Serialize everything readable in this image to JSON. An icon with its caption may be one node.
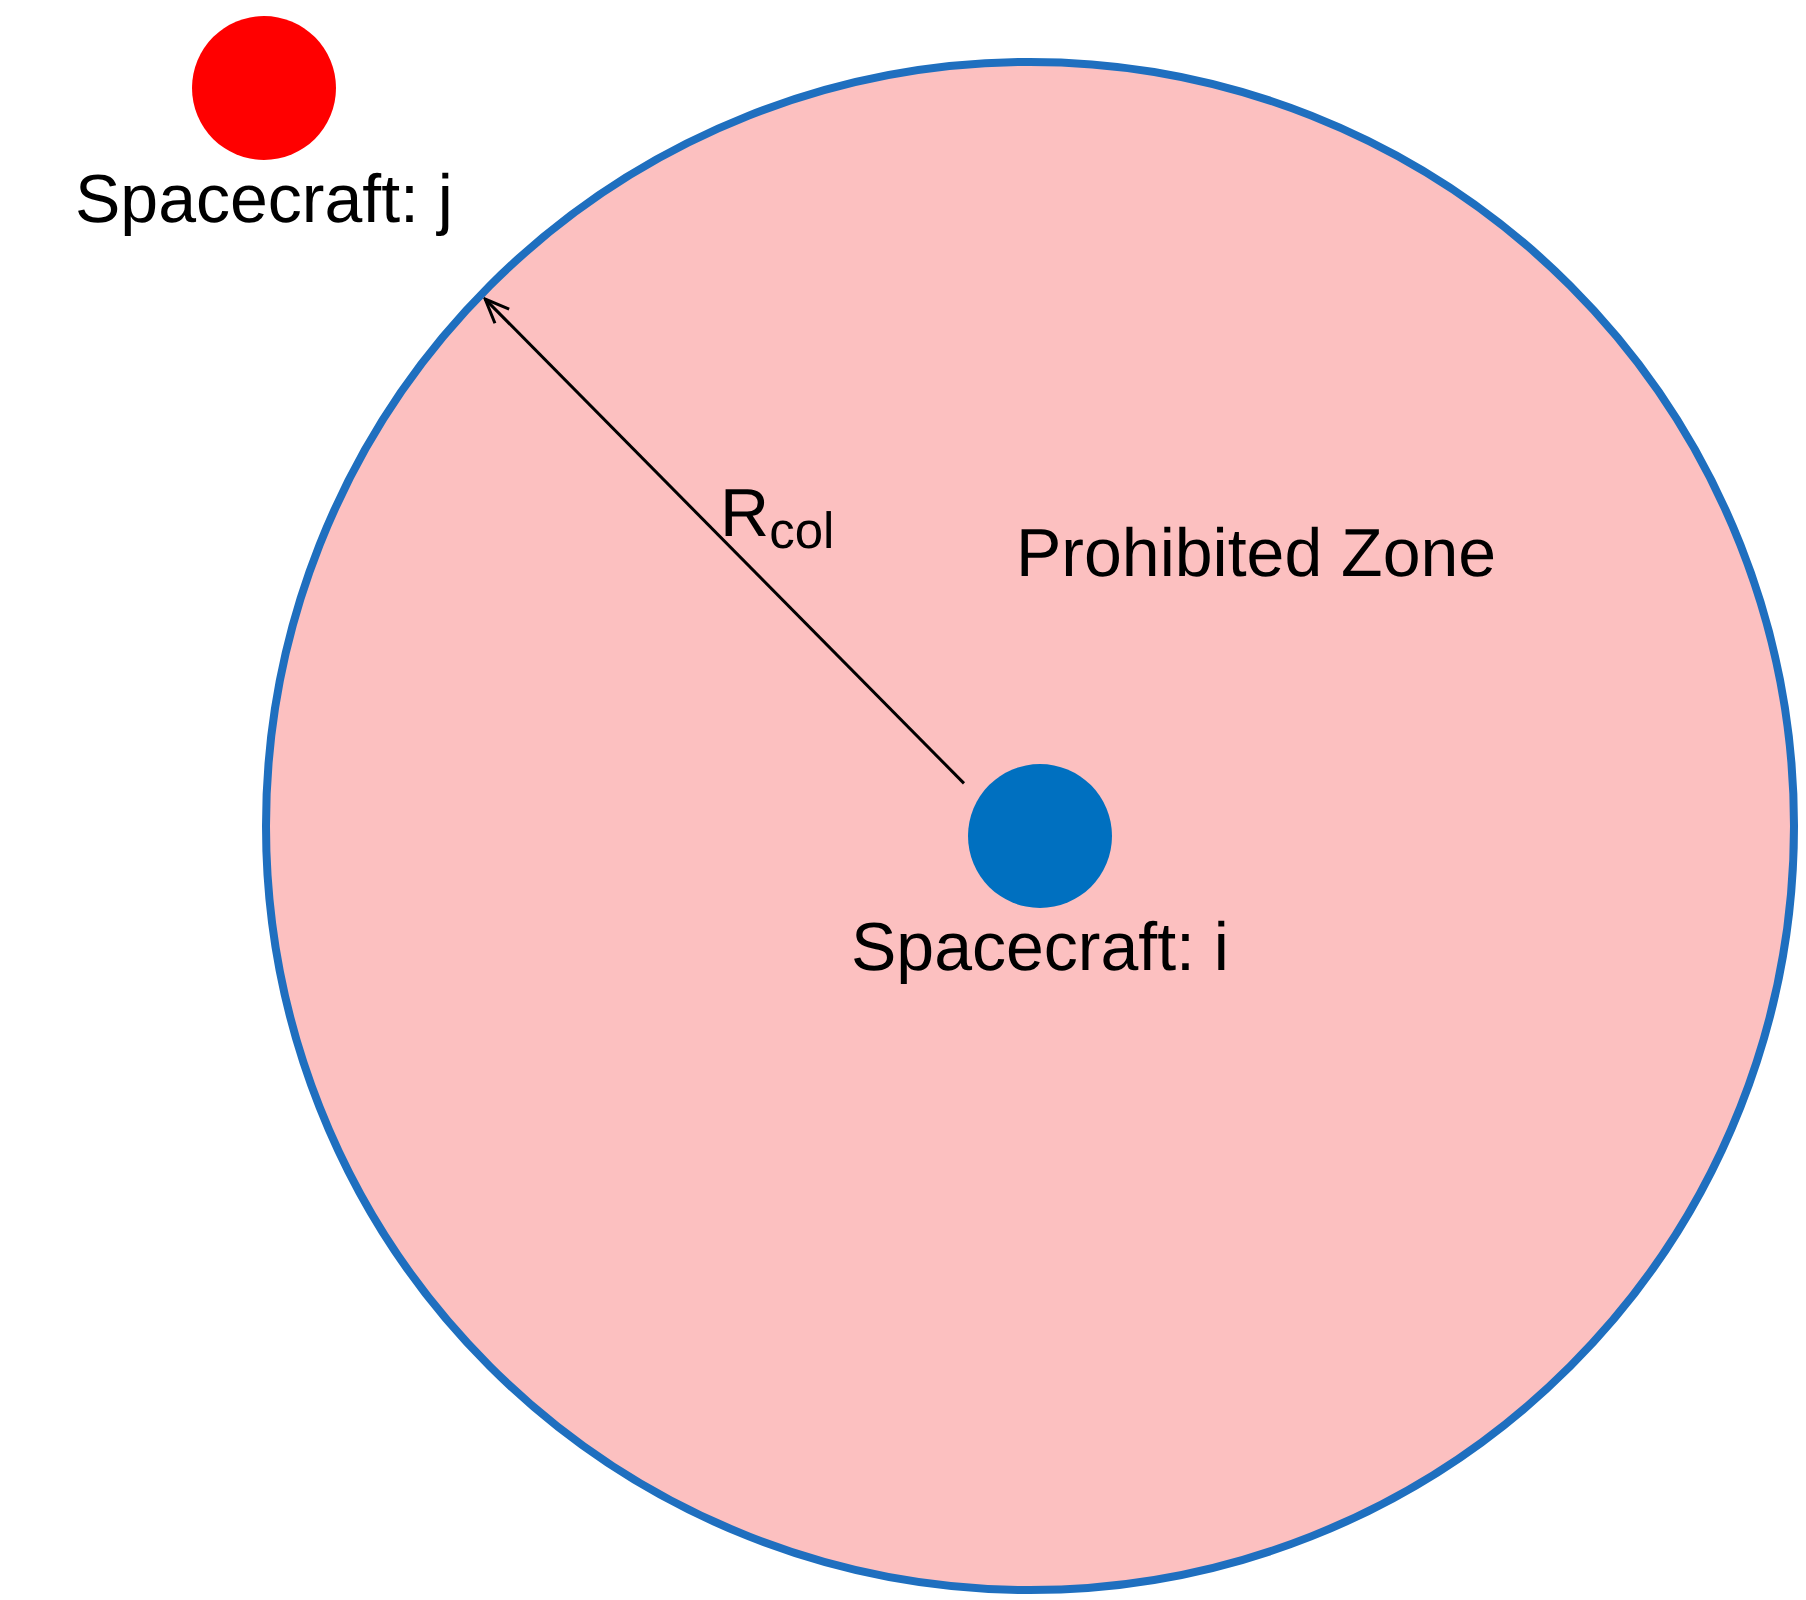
{
  "diagram": {
    "nodes": [
      {
        "text": [
          "Prohibited Zone"
        ]
      },
      {
        "text": [
          "Spacecraft: i"
        ],
        "in": 0
      },
      {
        "text": [
          "Spacecraft: j"
        ]
      }
    ],
    "edges": [
      {
        "from": 1,
        "to": 0,
        "arrow": "to",
        "label": "R$_{col}$"
      }
    ]
  }
}
